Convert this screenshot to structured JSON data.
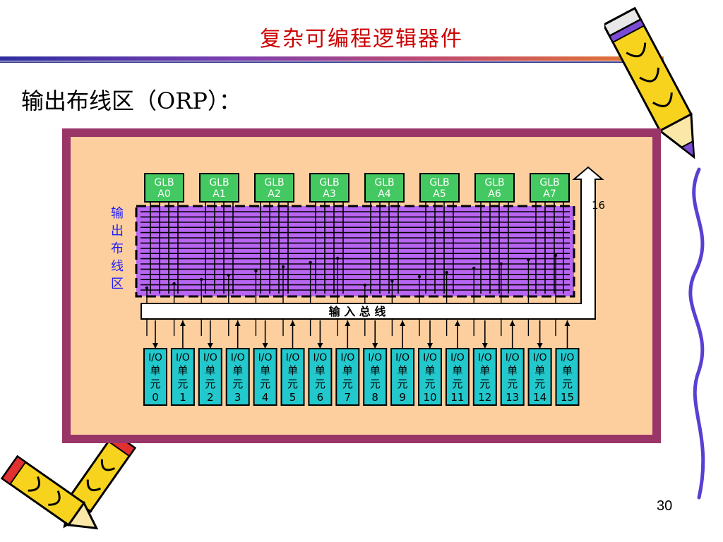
{
  "slide": {
    "title": "复杂可编程逻辑器件",
    "heading": "输出布线区（ORP）：",
    "page_number": "30"
  },
  "diagram": {
    "glb_blocks": [
      {
        "line1": "GLB",
        "line2": "A0"
      },
      {
        "line1": "GLB",
        "line2": "A1"
      },
      {
        "line1": "GLB",
        "line2": "A2"
      },
      {
        "line1": "GLB",
        "line2": "A3"
      },
      {
        "line1": "GLB",
        "line2": "A4"
      },
      {
        "line1": "GLB",
        "line2": "A5"
      },
      {
        "line1": "GLB",
        "line2": "A6"
      },
      {
        "line1": "GLB",
        "line2": "A7"
      }
    ],
    "orp_label_chars": [
      "输",
      "出",
      "布",
      "线",
      "区"
    ],
    "bus_label": "输 入 总 线",
    "bus_width": "16",
    "io_cells": [
      {
        "line1": "I/O",
        "line2": "单",
        "line3": "元",
        "index": "0"
      },
      {
        "line1": "I/O",
        "line2": "单",
        "line3": "元",
        "index": "1"
      },
      {
        "line1": "I/O",
        "line2": "单",
        "line3": "元",
        "index": "2"
      },
      {
        "line1": "I/O",
        "line2": "单",
        "line3": "元",
        "index": "3"
      },
      {
        "line1": "I/O",
        "line2": "单",
        "line3": "元",
        "index": "4"
      },
      {
        "line1": "I/O",
        "line2": "单",
        "line3": "元",
        "index": "5"
      },
      {
        "line1": "I/O",
        "line2": "单",
        "line3": "元",
        "index": "6"
      },
      {
        "line1": "I/O",
        "line2": "单",
        "line3": "元",
        "index": "7"
      },
      {
        "line1": "I/O",
        "line2": "单",
        "line3": "元",
        "index": "8"
      },
      {
        "line1": "I/O",
        "line2": "单",
        "line3": "元",
        "index": "9"
      },
      {
        "line1": "I/O",
        "line2": "单",
        "line3": "元",
        "index": "10"
      },
      {
        "line1": "I/O",
        "line2": "单",
        "line3": "元",
        "index": "11"
      },
      {
        "line1": "I/O",
        "line2": "单",
        "line3": "元",
        "index": "12"
      },
      {
        "line1": "I/O",
        "line2": "单",
        "line3": "元",
        "index": "13"
      },
      {
        "line1": "I/O",
        "line2": "单",
        "line3": "元",
        "index": "14"
      },
      {
        "line1": "I/O",
        "line2": "单",
        "line3": "元",
        "index": "15"
      }
    ]
  },
  "colors": {
    "title": "#cc0000",
    "glb_fill": "#44c861",
    "orp_fill": "#b865f2",
    "io_fill": "#22c8cc",
    "frame": "#9a3567",
    "figure_bg": "#fdcf9f",
    "orp_label": "#1a1aff"
  },
  "decorations": [
    "pencil-icon",
    "pencil-icon",
    "pencil-icon",
    "squiggle-line"
  ]
}
